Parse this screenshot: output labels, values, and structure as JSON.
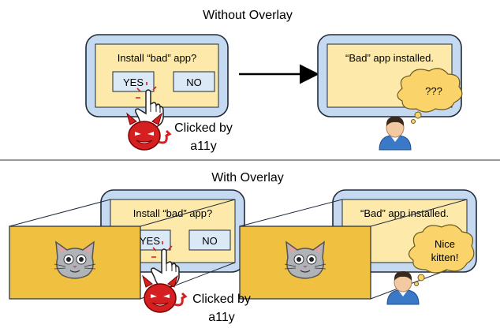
{
  "top": {
    "title": "Without Overlay",
    "left_screen": {
      "prompt": "Install “bad” app?",
      "yes": "YES",
      "no": "NO"
    },
    "right_screen": {
      "message": "“Bad” app installed.",
      "thought": "???"
    },
    "caption_line1": "Clicked by",
    "caption_line2": "a11y"
  },
  "bottom": {
    "title": "With Overlay",
    "left_screen": {
      "prompt": "Install “bad” app?",
      "yes": "YES",
      "no": "NO"
    },
    "right_screen": {
      "message": "“Bad” app installed.",
      "thought_line1": "Nice",
      "thought_line2": "kitten!"
    },
    "caption_line1": "Clicked by",
    "caption_line2": "a11y"
  },
  "icons": [
    "cat-icon",
    "devil-icon",
    "hand-pointer-icon",
    "user-icon",
    "thought-bubble-icon",
    "arrow-icon"
  ],
  "colors": {
    "screen_frame": "#c5d9f1",
    "screen_fill": "#fde9a9",
    "button_fill": "#dbe8f6",
    "overlay_fill": "#f0c040",
    "bubble_fill": "#fad36a",
    "devil_red": "#d42020"
  }
}
